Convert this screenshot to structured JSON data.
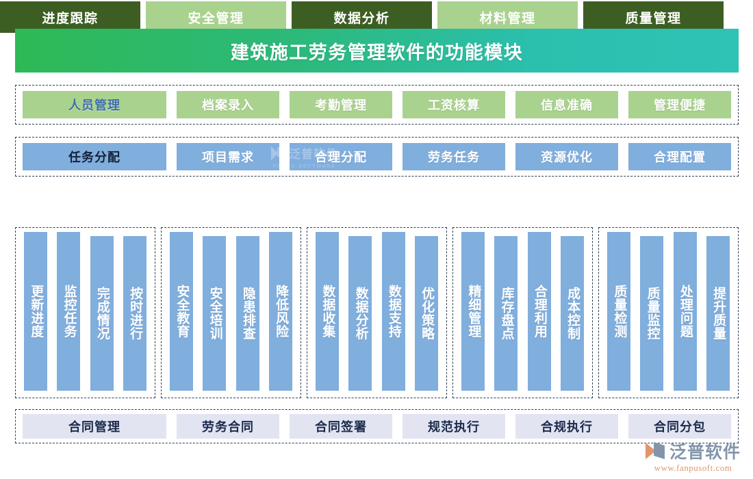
{
  "banner": {
    "title": "建筑施工劳务管理软件的功能模块"
  },
  "row_personnel": {
    "items": [
      {
        "label": "人员管理"
      },
      {
        "label": "档案录入"
      },
      {
        "label": "考勤管理"
      },
      {
        "label": "工资核算"
      },
      {
        "label": "信息准确"
      },
      {
        "label": "管理便捷"
      }
    ]
  },
  "row_task": {
    "items": [
      {
        "label": "任务分配"
      },
      {
        "label": "项目需求"
      },
      {
        "label": "合理分配"
      },
      {
        "label": "劳务任务"
      },
      {
        "label": "资源优化"
      },
      {
        "label": "合理配置"
      }
    ]
  },
  "categories": [
    {
      "label": "进度跟踪"
    },
    {
      "label": "安全管理"
    },
    {
      "label": "数据分析"
    },
    {
      "label": "材料管理"
    },
    {
      "label": "质量管理"
    }
  ],
  "column_groups": [
    {
      "items": [
        "更新进度",
        "监控任务",
        "完成情况",
        "按时进行"
      ]
    },
    {
      "items": [
        "安全教育",
        "安全培训",
        "隐患排查",
        "降低风险"
      ]
    },
    {
      "items": [
        "数据收集",
        "数据分析",
        "数据支持",
        "优化策略"
      ]
    },
    {
      "items": [
        "精细管理",
        "库存盘点",
        "合理利用",
        "成本控制"
      ]
    },
    {
      "items": [
        "质量检测",
        "质量监控",
        "处理问题",
        "提升质量"
      ]
    }
  ],
  "row_contract": {
    "items": [
      {
        "label": "合同管理"
      },
      {
        "label": "劳务合同"
      },
      {
        "label": "合同签署"
      },
      {
        "label": "规范执行"
      },
      {
        "label": "合规执行"
      },
      {
        "label": "合同分包"
      }
    ]
  },
  "watermark": {
    "name": "泛普软件",
    "sub": "FANPU SOFTWARE"
  },
  "brand": {
    "name": "泛普软件",
    "url": "www.fanpusoft.com"
  },
  "colors": {
    "banner_from": "#2eb956",
    "banner_to": "#2ec3b5",
    "green_chip": "#a9d28e",
    "blue_chip": "#80aedd",
    "category_dark": "#3d5e22",
    "category_light": "#a9d28e",
    "lavender_chip": "#e2e4f2",
    "accent_blue_text": "#3f6fa8",
    "dash_border": "#2c3e50",
    "brand_orange": "#e2956b",
    "brand_slate": "#8295ab"
  }
}
